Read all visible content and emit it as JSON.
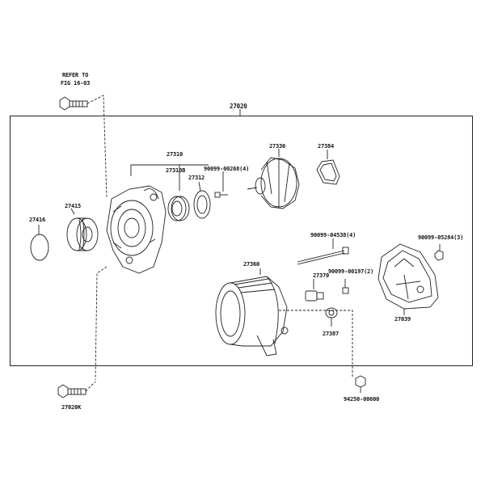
{
  "labels": {
    "refer_to": "REFER TO",
    "fig_ref": "FIG 16-03",
    "assembly": "27020",
    "rotor": "27330",
    "ring": "27384",
    "bracket_set": "27310",
    "bearing": "27310B",
    "plate": "27312",
    "screw_small": "90099-00268(4)",
    "pulley": "27415",
    "cap": "27416",
    "bolt_long": "90099-04538(4)",
    "nut_right": "90099-05284(3)",
    "stator_frame": "27360",
    "connector": "27370",
    "screw_mid": "90099-00197(2)",
    "terminal": "27387",
    "rear_cover": "27039",
    "bolt_bottom": "27020K",
    "nut_bottom": "94250-00600"
  }
}
